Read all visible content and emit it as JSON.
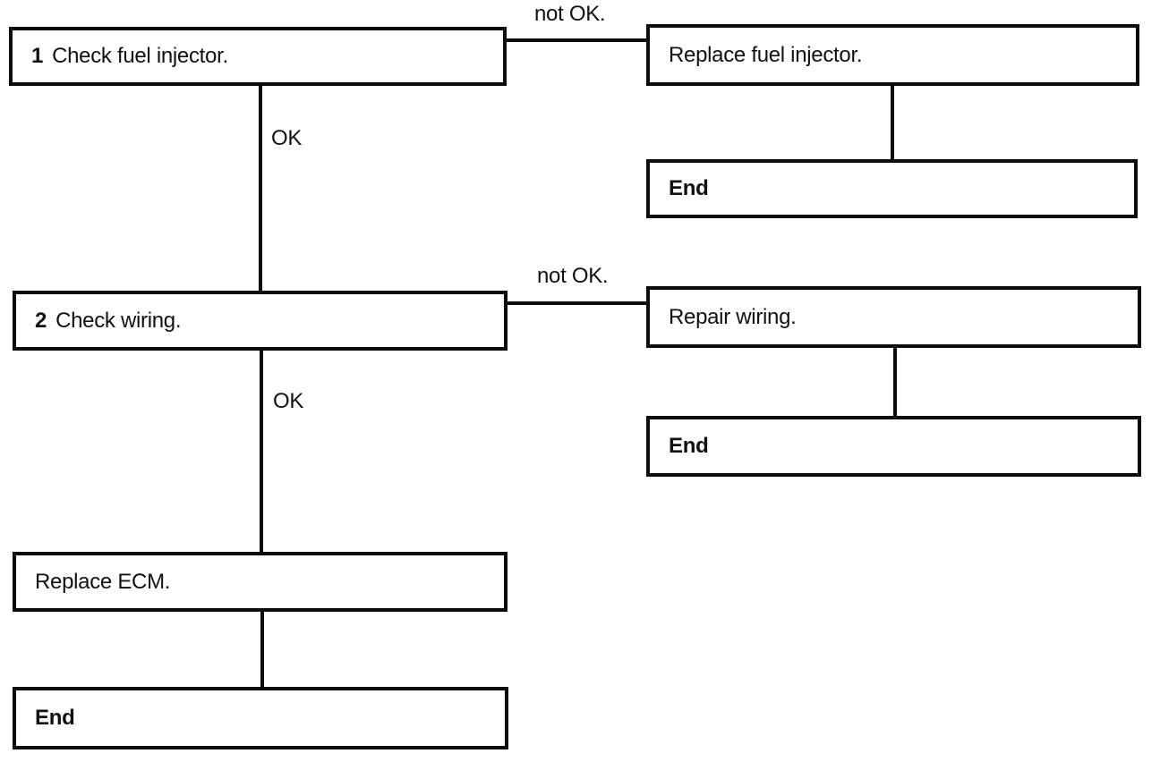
{
  "diagram": {
    "nodes": [
      {
        "number": "1",
        "label": "Check fuel injector."
      },
      {
        "number": "",
        "label": "Replace fuel injector."
      },
      {
        "number": "",
        "label": "End"
      },
      {
        "number": "2",
        "label": "Check wiring."
      },
      {
        "number": "",
        "label": "Repair wiring."
      },
      {
        "number": "",
        "label": "End"
      },
      {
        "number": "",
        "label": "Replace ECM."
      },
      {
        "number": "",
        "label": "End"
      }
    ],
    "edge_labels": [
      {
        "label": "not OK."
      },
      {
        "label": "OK"
      },
      {
        "label": "not OK."
      },
      {
        "label": "OK"
      }
    ],
    "colors": {
      "line": "#0c0c0c",
      "background": "#ffffff",
      "text": "#111111"
    }
  }
}
